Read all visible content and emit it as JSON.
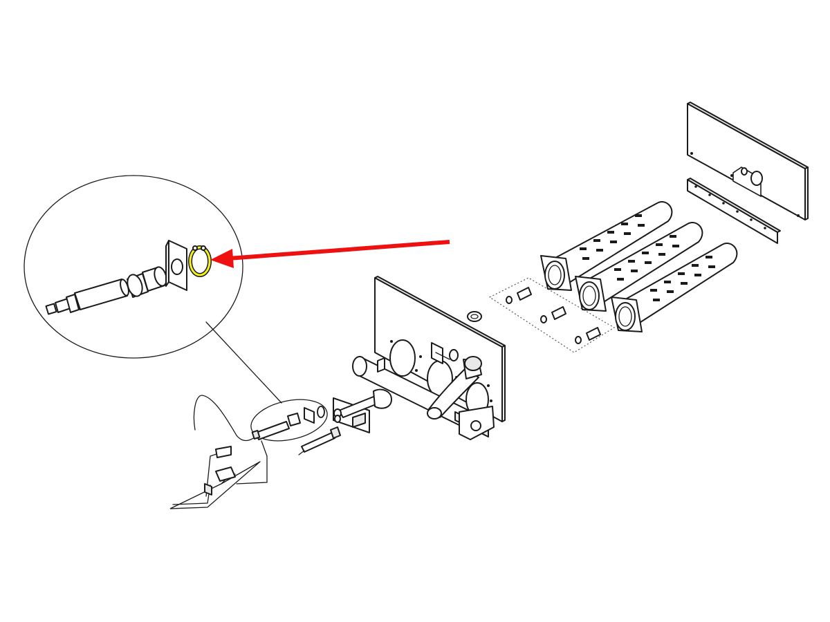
{
  "diagram": {
    "highlight_color": "#f4f020",
    "arrow_color": "#ee1111",
    "line_color": "#1a1a1a",
    "background": "#ffffff",
    "callout_part": "snap-ring",
    "parts": [
      "thermocouple",
      "pilot-tube",
      "pilot-burner",
      "snap-ring",
      "burner-bracket",
      "manifold-plate",
      "burner-tube-1",
      "burner-tube-2",
      "burner-tube-3",
      "orifice-1",
      "orifice-2",
      "orifice-3",
      "burner-door",
      "door-gasket",
      "grommet"
    ]
  }
}
